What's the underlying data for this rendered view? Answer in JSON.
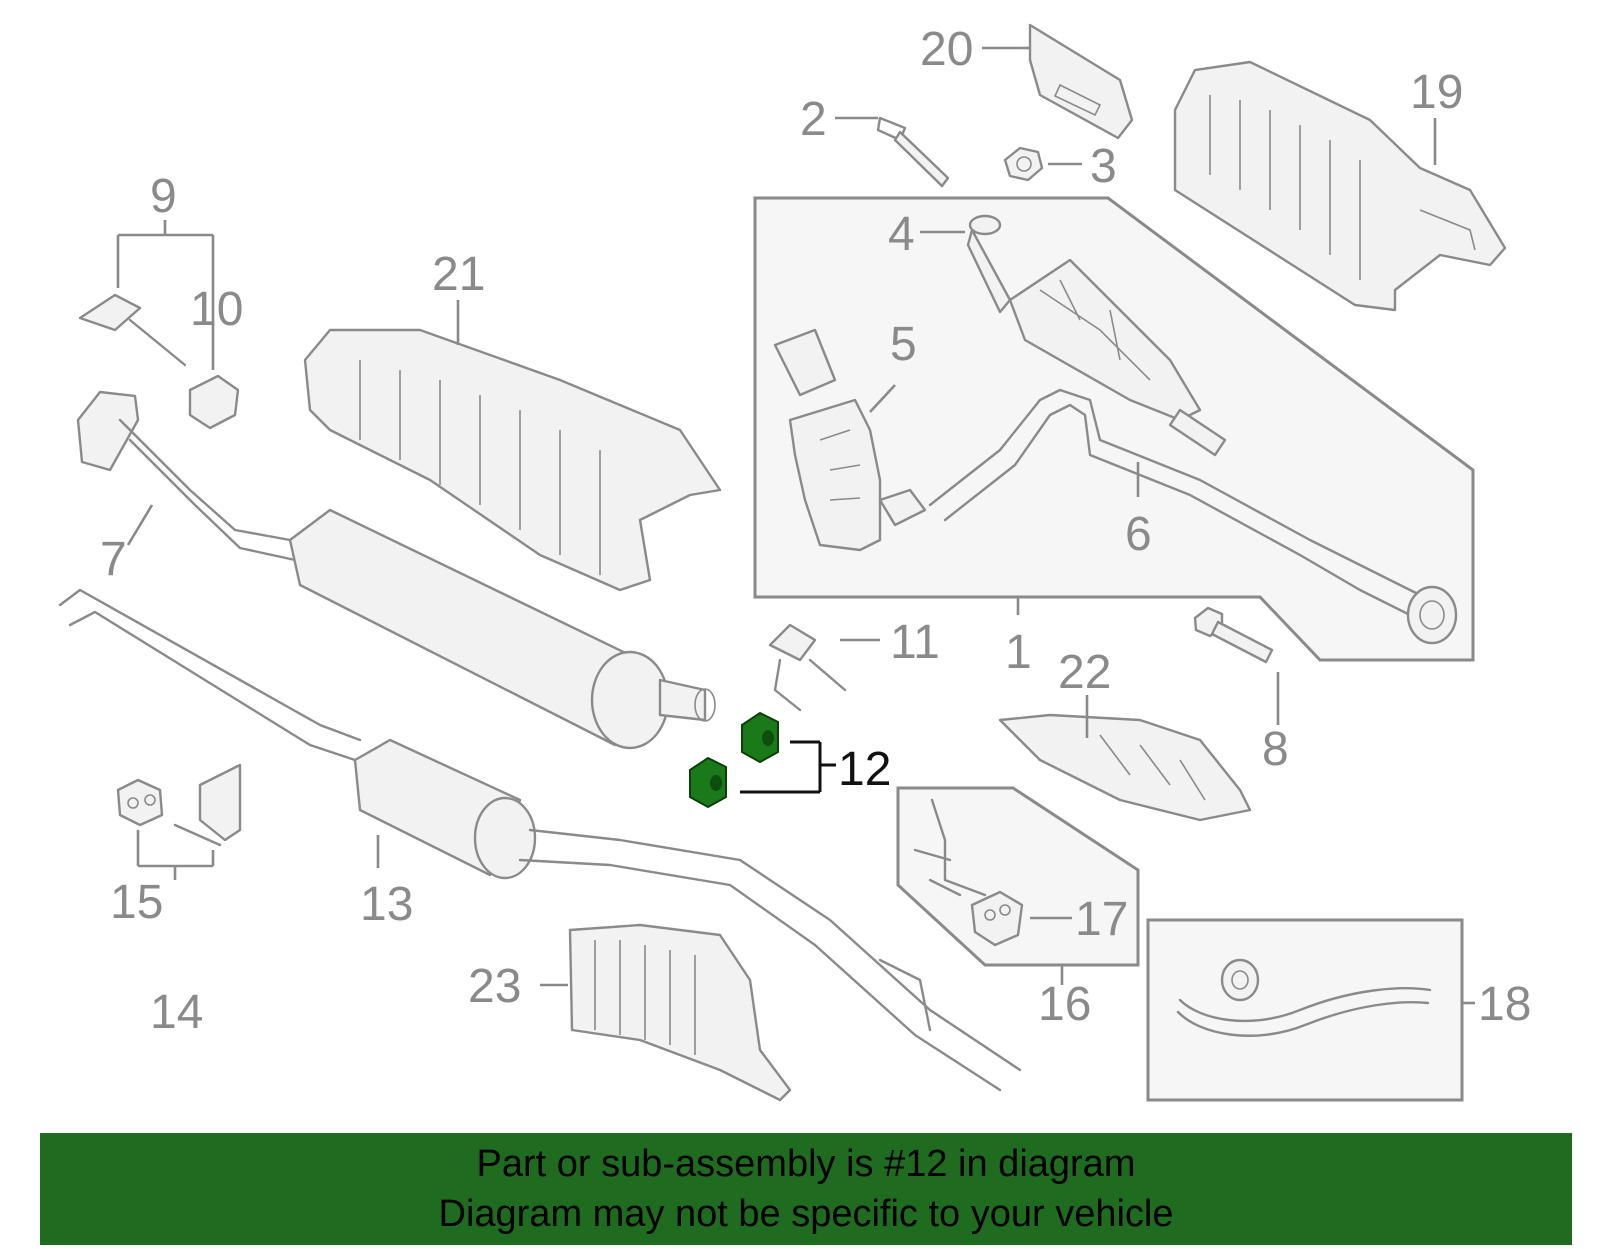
{
  "callouts": {
    "c1": "1",
    "c2": "2",
    "c3": "3",
    "c4": "4",
    "c5": "5",
    "c6": "6",
    "c7": "7",
    "c8": "8",
    "c9": "9",
    "c10": "10",
    "c11": "11",
    "c12": "12",
    "c13": "13",
    "c14": "14",
    "c15": "15",
    "c16": "16",
    "c17": "17",
    "c18": "18",
    "c19": "19",
    "c20": "20",
    "c21": "21",
    "c22": "22",
    "c23": "23"
  },
  "highlighted_part": "12",
  "colors": {
    "highlight": "#1a7a1a",
    "line": "#8a8a8a",
    "banner": "#1f6b1f"
  },
  "footer": {
    "line1": "Part or sub-assembly is #12 in diagram",
    "line2": "Diagram may not be specific to your vehicle"
  }
}
